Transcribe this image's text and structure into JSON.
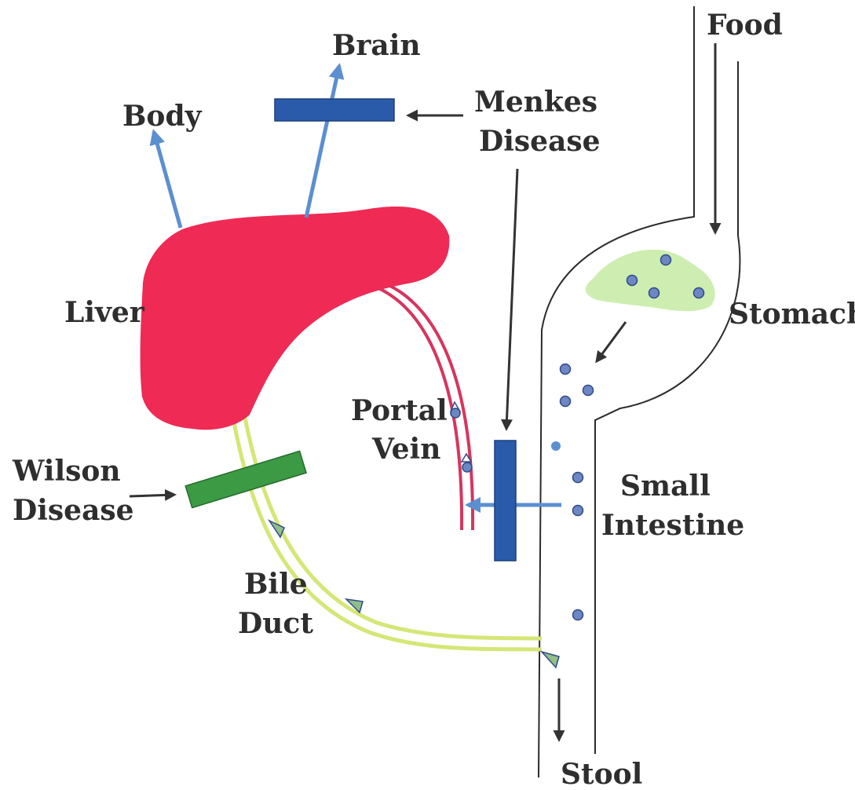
{
  "labels": {
    "food": "Food",
    "brain": "Brain",
    "body": "Body",
    "menkes_line1": "Menkes",
    "menkes_line2": "Disease",
    "liver": "Liver",
    "stomach": "Stomach",
    "portal_line1": "Portal",
    "portal_line2": "Vein",
    "wilson_line1": "Wilson",
    "wilson_line2": "Disease",
    "small_line1": "Small",
    "small_line2": "Intestine",
    "bile_line1": "Bile",
    "bile_line2": "Duct",
    "stool": "Stool"
  },
  "colors": {
    "liver": "#ee2a55",
    "portal_vein": "#d6355e",
    "bile_duct": "#d6e676",
    "stomach_content": "#cdeeb0",
    "menkes_block": "#2a5bab",
    "wilson_block": "#3c9a44",
    "copper_flow": "#5b8fd0",
    "copper_dot": "#6d86c4",
    "copper_dot_edge": "#2f4a86",
    "text": "#2e2e2e"
  }
}
